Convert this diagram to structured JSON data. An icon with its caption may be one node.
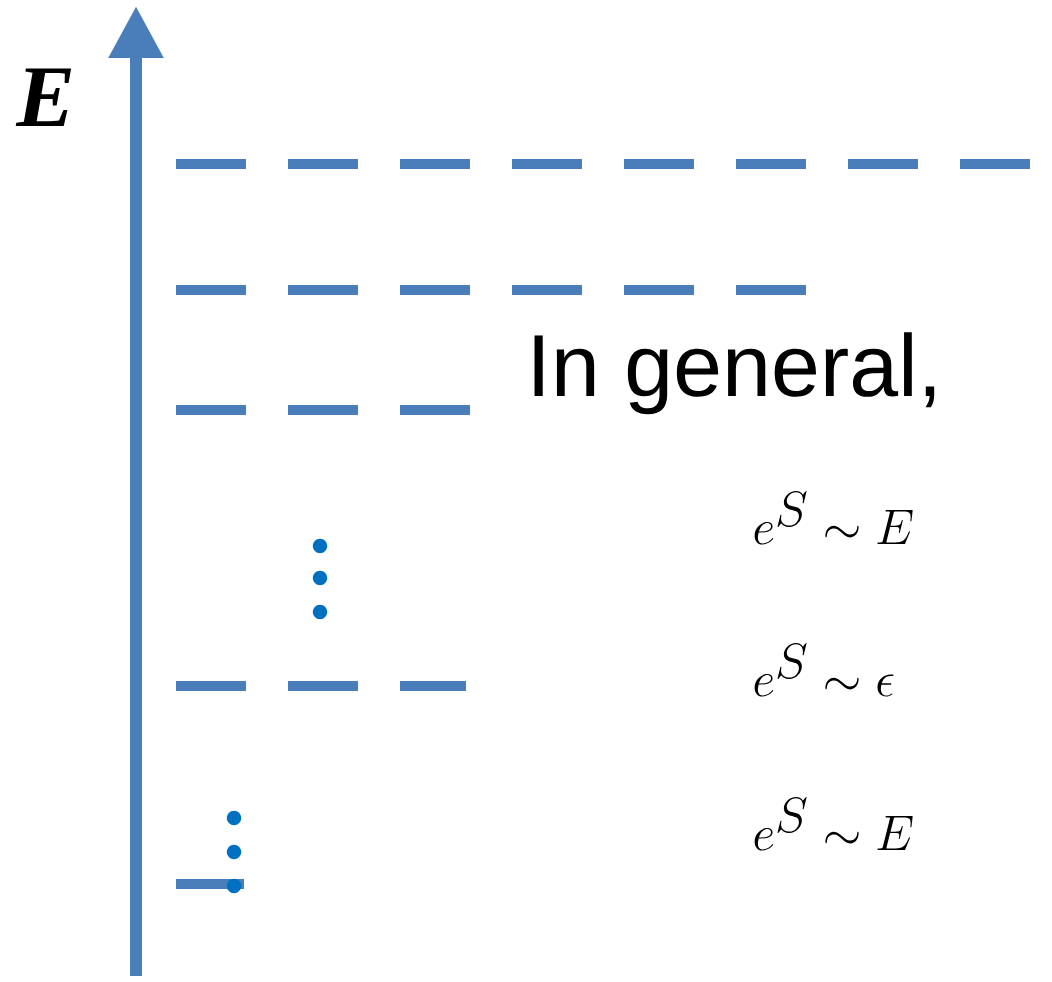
{
  "diagram": {
    "labels": [
      "E",
      "In general,",
      "e^{S} \\sim E",
      "e^{S} \\sim \\epsilon",
      "e^{S} \\sim E"
    ]
  }
}
